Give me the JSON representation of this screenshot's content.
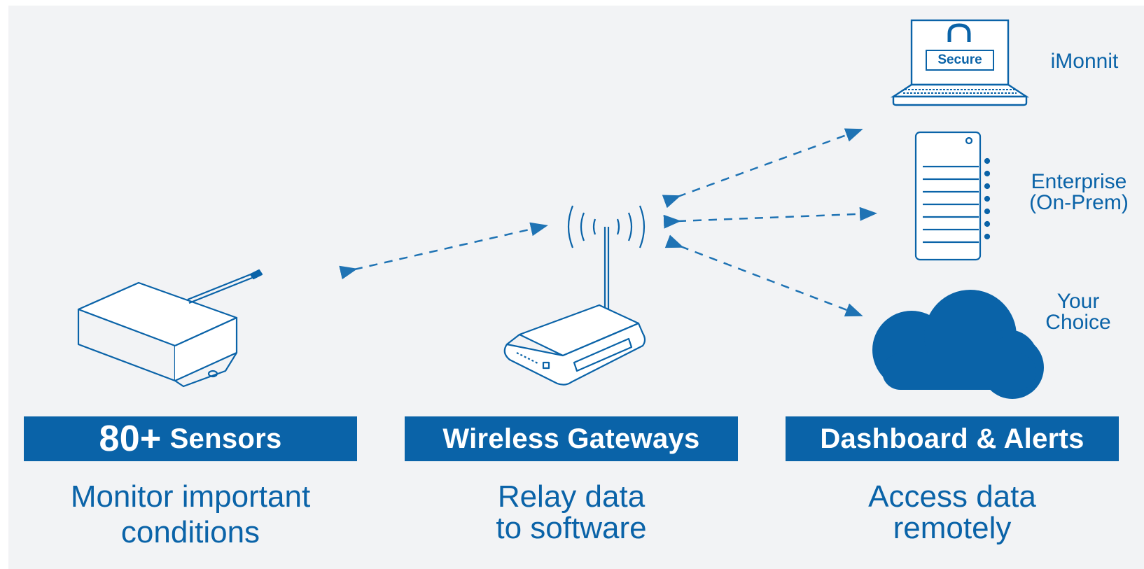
{
  "colors": {
    "brand": "#0a63a8",
    "background": "#f2f3f5",
    "banner_text": "#ffffff"
  },
  "sensors": {
    "icon": "sensor-device-icon",
    "banner_number": "80+",
    "banner_text": "Sensors",
    "caption_line1": "Monitor important",
    "caption_line2": "conditions"
  },
  "gateways": {
    "icon": "wireless-gateway-icon",
    "banner_text": "Wireless Gateways",
    "caption_line1": "Relay data",
    "caption_line2": "to software"
  },
  "dashboard": {
    "banner_text": "Dashboard & Alerts",
    "caption_line1": "Access data",
    "caption_line2": "remotely"
  },
  "destinations": {
    "laptop": {
      "icon": "secure-laptop-icon",
      "badge": "Secure",
      "label": "iMonnit"
    },
    "server": {
      "icon": "server-icon",
      "label_line1": "Enterprise",
      "label_line2": "(On-Prem)"
    },
    "cloud": {
      "icon": "cloud-icon",
      "label_line1": "Your",
      "label_line2": "Choice"
    }
  }
}
